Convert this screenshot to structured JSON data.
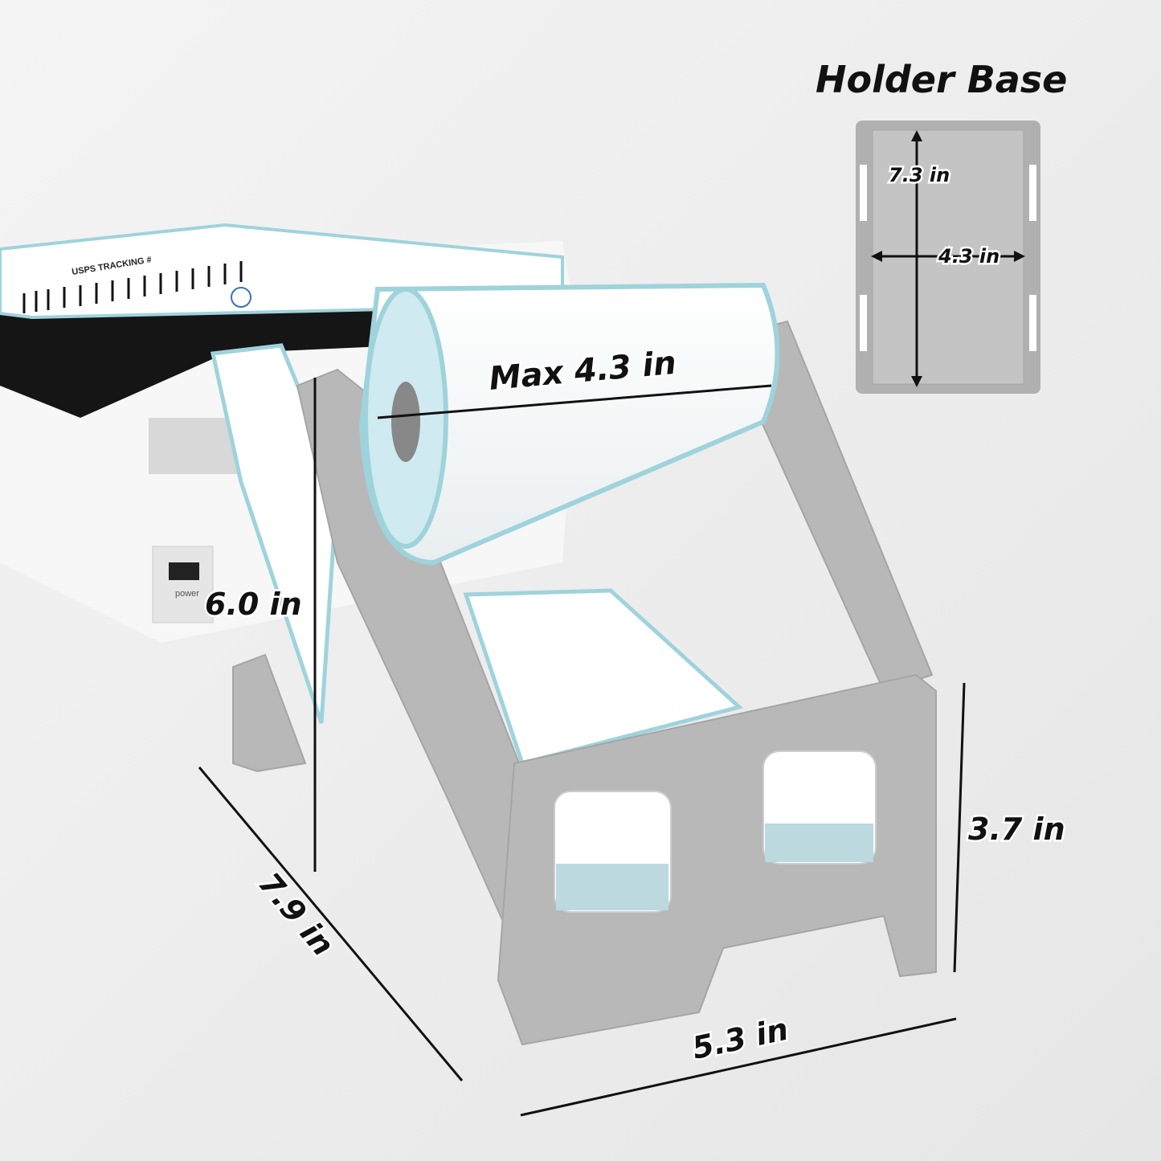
{
  "title": "Holder Base",
  "base": {
    "length": "7.3 in",
    "width": "4.3 in"
  },
  "dimensions": {
    "roll_width": "Max 4.3 in",
    "height": "6.0 in",
    "depth": "7.9 in",
    "width": "5.3 in",
    "front_height": "3.7 in"
  },
  "printer": {
    "label_text": "USPS TRACKING #",
    "switch_label": "power"
  },
  "colors": {
    "holder": "#b4b4b4",
    "label_edge": "#9fd3dc",
    "background": "#eeeeee",
    "printer_top": "#111111"
  }
}
